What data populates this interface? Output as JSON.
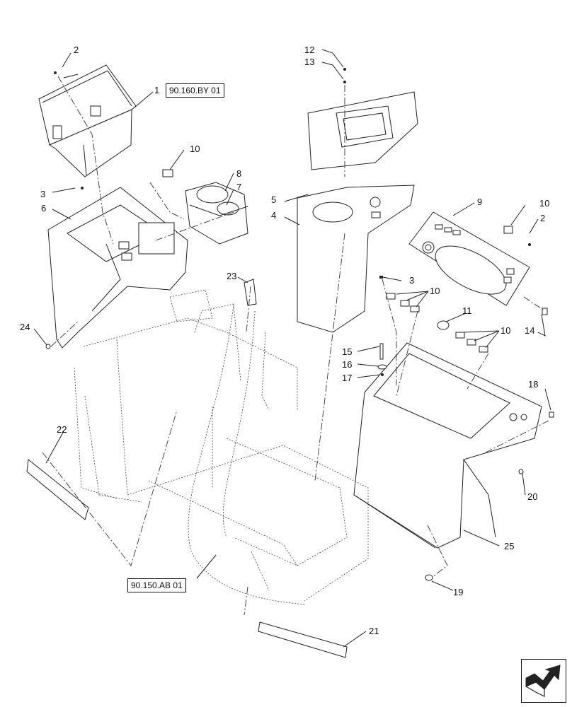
{
  "references": [
    {
      "id": "ref-top",
      "label": "90.160.BY 01"
    },
    {
      "id": "ref-bottom",
      "label": "90.150.AB 01"
    }
  ],
  "callouts": [
    "1",
    "2",
    "3",
    "4",
    "5",
    "6",
    "7",
    "8",
    "9",
    "10",
    "11",
    "12",
    "13",
    "14",
    "15",
    "16",
    "17",
    "18",
    "19",
    "20",
    "21",
    "22",
    "23",
    "24",
    "25"
  ],
  "nav_icon": "next-page-arrow-icon"
}
